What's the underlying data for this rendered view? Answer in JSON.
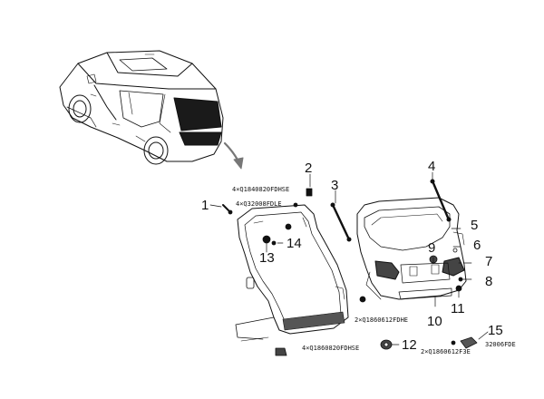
{
  "diagram": {
    "callouts": [
      {
        "id": "c1",
        "label": "1"
      },
      {
        "id": "c2",
        "label": "2"
      },
      {
        "id": "c3",
        "label": "3"
      },
      {
        "id": "c4",
        "label": "4"
      },
      {
        "id": "c5",
        "label": "5"
      },
      {
        "id": "c6",
        "label": "6"
      },
      {
        "id": "c7",
        "label": "7"
      },
      {
        "id": "c8",
        "label": "8"
      },
      {
        "id": "c9",
        "label": "9"
      },
      {
        "id": "c10",
        "label": "10"
      },
      {
        "id": "c11",
        "label": "11"
      },
      {
        "id": "c12",
        "label": "12"
      },
      {
        "id": "c13",
        "label": "13"
      },
      {
        "id": "c14",
        "label": "14"
      },
      {
        "id": "c15",
        "label": "15"
      }
    ],
    "specs": {
      "s1": "4×Q1840820FDHSE",
      "s2": "4×Q32008FDLE",
      "s3": "2×Q1860612FDHE",
      "s4": "4×Q1860820FDHSE",
      "s5": "2×Q1860612F3E",
      "s6": "32006FDE"
    }
  }
}
